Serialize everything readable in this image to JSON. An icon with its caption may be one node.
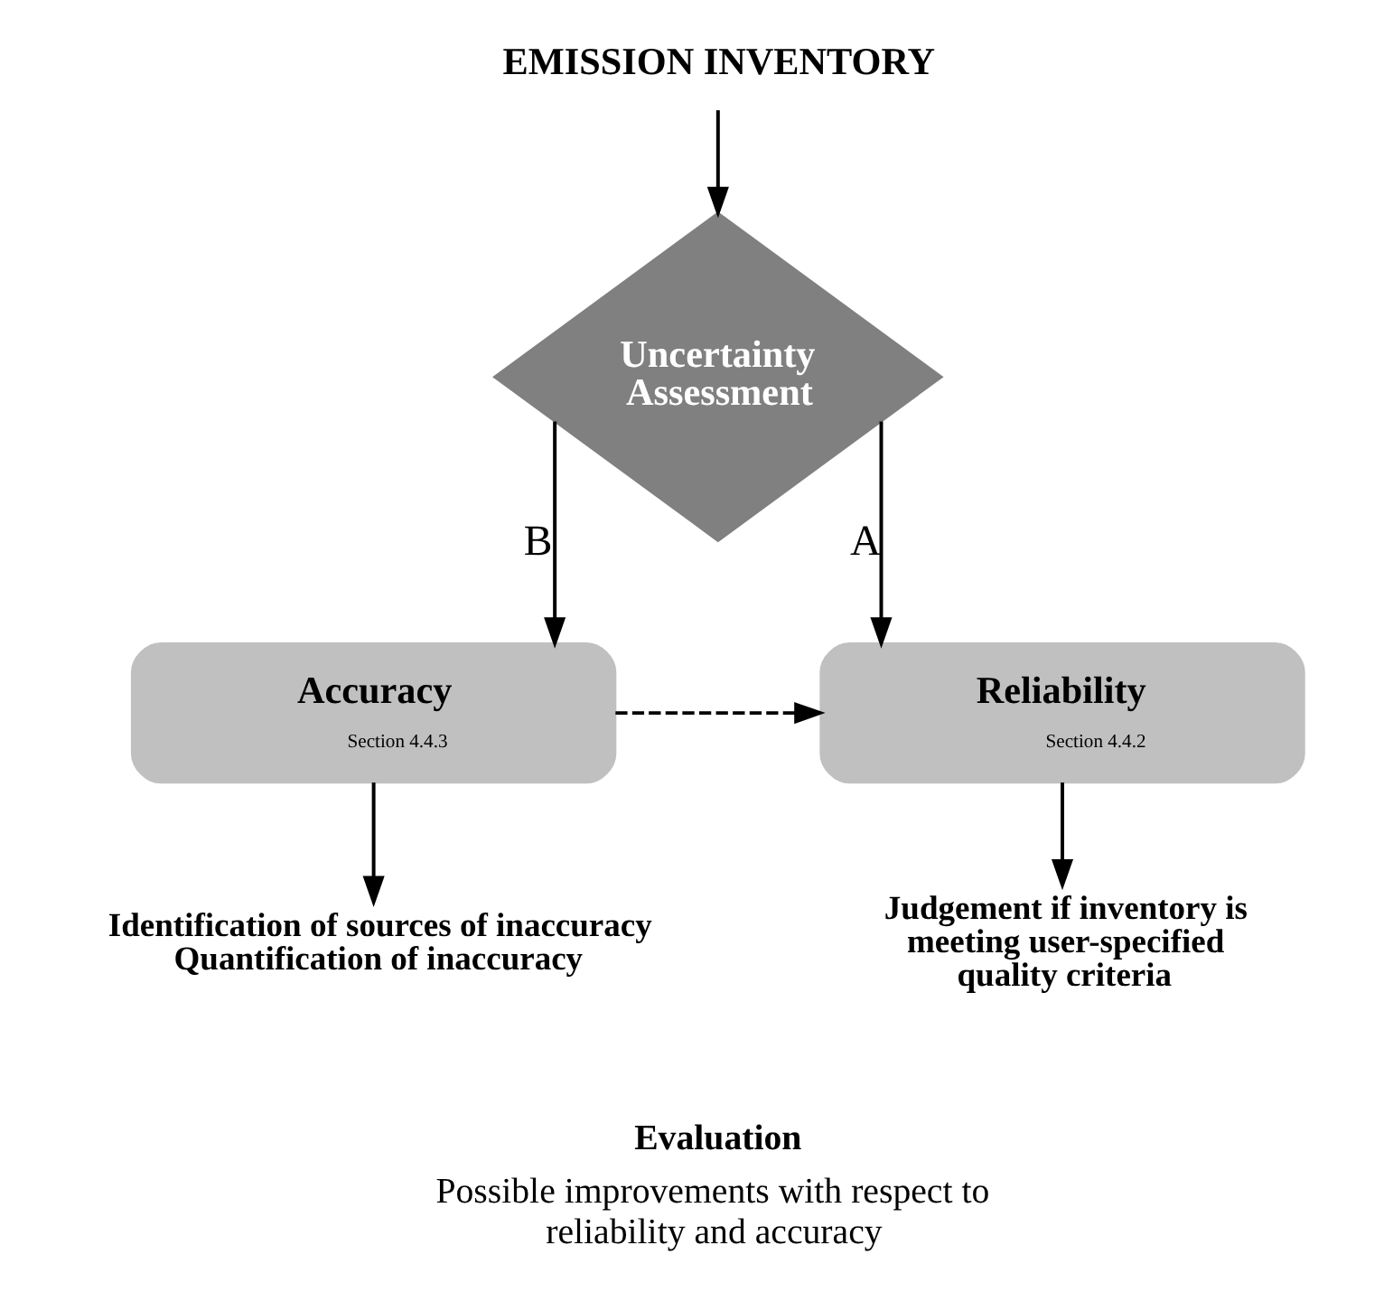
{
  "diagram": {
    "nodes": [
      {
        "text": [
          "EMISSION INVENTORY"
        ]
      },
      {
        "text": [
          "Uncertainty Assessment"
        ]
      },
      {
        "text": [
          "Reliability",
          "Section 4.4.2"
        ]
      },
      {
        "text": [
          "Accuracy",
          "Section 4.4.3"
        ]
      },
      {
        "text": [
          "Judgement if inventory is meeting user-specified quality criteria"
        ]
      },
      {
        "text": [
          "Identification of sources of inaccuracy",
          "Quantification of inaccuracy"
        ]
      }
    ],
    "edges": [
      {
        "from": 0,
        "to": 1,
        "arrow": "to"
      },
      {
        "from": 1,
        "to": 2,
        "arrow": "to",
        "label": "A"
      },
      {
        "from": 1,
        "to": 3,
        "arrow": "to",
        "label": "B"
      },
      {
        "from": 3,
        "to": 2,
        "arrow": "to",
        "style": "dashed"
      },
      {
        "from": 2,
        "to": 4,
        "arrow": "to"
      },
      {
        "from": 3,
        "to": 5,
        "arrow": "to"
      }
    ],
    "labels": [
      "Evaluation",
      "Possible improvements with respect to reliability and accuracy"
    ]
  }
}
